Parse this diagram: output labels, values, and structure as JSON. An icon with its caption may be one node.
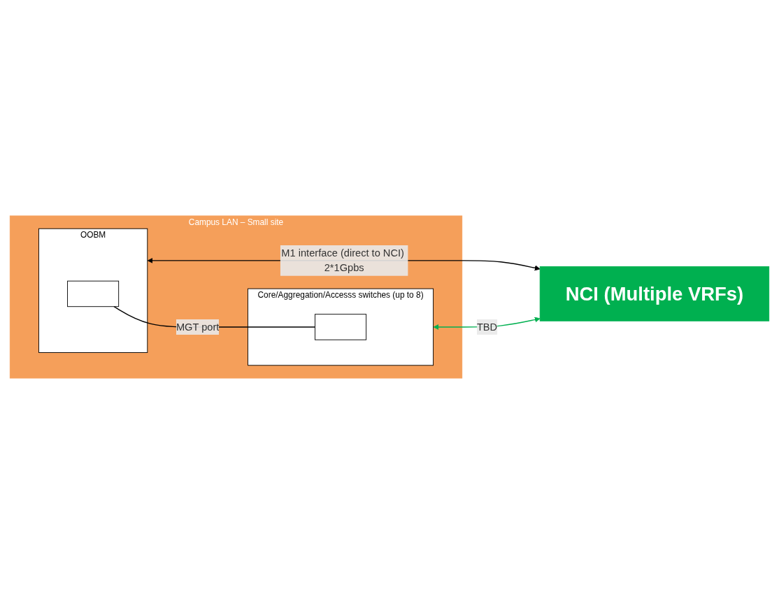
{
  "diagram": {
    "nodes": [
      {
        "text": [
          "Campus LAN – Small site"
        ]
      },
      {
        "text": [
          "OOBM"
        ],
        "in": 0
      },
      {
        "text": [],
        "shape": "box",
        "in": 1
      },
      {
        "text": [
          "Core/Aggregation/Accesss switches (up to 8)"
        ],
        "in": 0
      },
      {
        "text": [],
        "shape": "box",
        "in": 3
      },
      {
        "text": [
          "NCI (Multiple VRFs)"
        ]
      }
    ],
    "edges": [
      {
        "from": 2,
        "to": 4,
        "arrow": "none",
        "label": "MGT port"
      },
      {
        "from": 1,
        "to": 5,
        "arrow": "both",
        "label": "M1 interface (direct to NCI) 2*1Gpbs"
      },
      {
        "from": 3,
        "to": 5,
        "arrow": "both",
        "label": "TBD",
        "color": "#00b050"
      }
    ]
  }
}
